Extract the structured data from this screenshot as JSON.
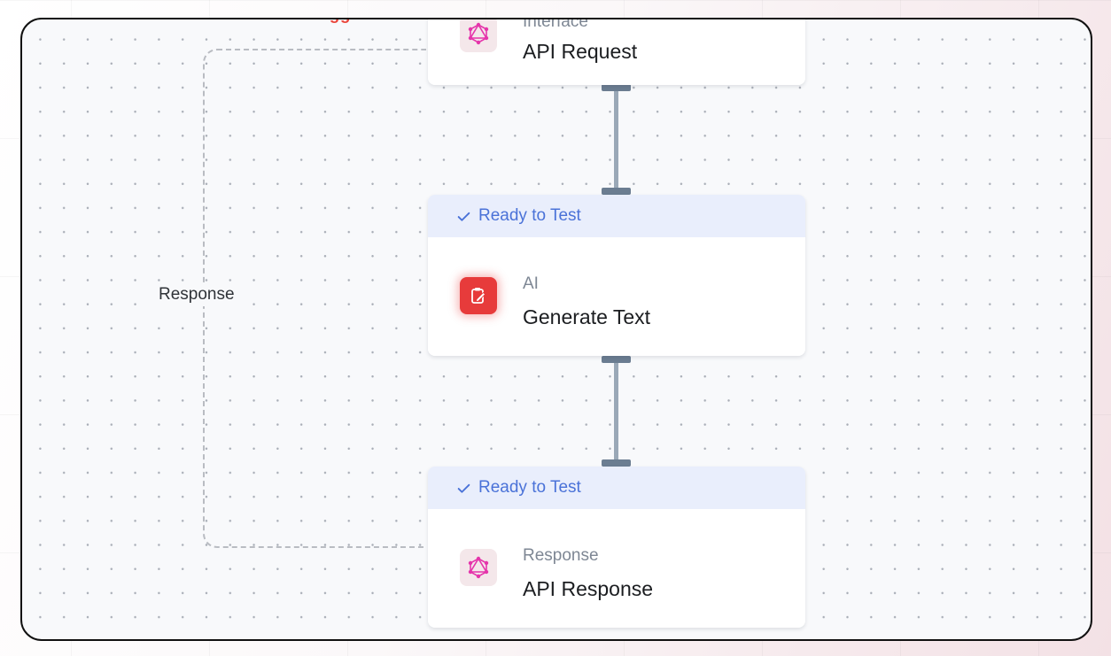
{
  "canvas": {
    "trigger_label": "Trigger",
    "loop_label": "Response"
  },
  "nodes": [
    {
      "status": "",
      "category": "Interface",
      "title": "API Request",
      "icon": "graphql-icon"
    },
    {
      "status": "Ready to Test",
      "category": "AI",
      "title": "Generate Text",
      "icon": "edit-document-icon"
    },
    {
      "status": "Ready to Test",
      "category": "Response",
      "title": "API Response",
      "icon": "graphql-icon"
    }
  ],
  "colors": {
    "status_bg": "#e9eefc",
    "status_text": "#4a72d8",
    "trigger_text": "#e9473d",
    "ai_icon_bg": "#e73b3b",
    "connector": "#9aa8b7",
    "connector_cap": "#6b7d91"
  }
}
